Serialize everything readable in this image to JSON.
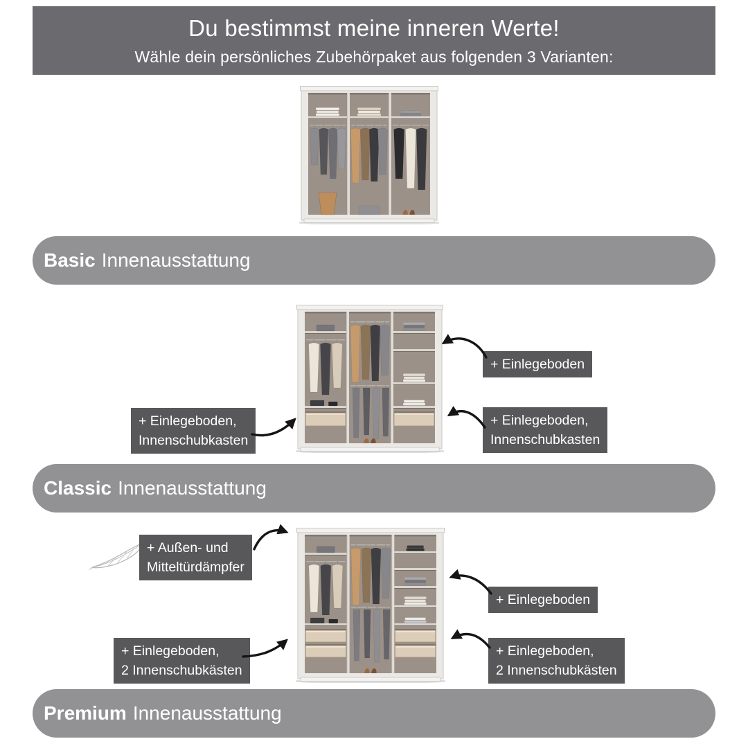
{
  "header": {
    "title": "Du bestimmst meine inneren Werte!",
    "subtitle": "Wähle dein persönliches Zubehörpaket aus folgenden 3 Varianten:"
  },
  "variants": [
    {
      "name": "Basic",
      "suffix": "Innenausstattung"
    },
    {
      "name": "Classic",
      "suffix": "Innenausstattung"
    },
    {
      "name": "Premium",
      "suffix": "Innenausstattung"
    }
  ],
  "callouts": {
    "classic_shelf_right": {
      "line1": "+ Einlegeboden"
    },
    "classic_drawer_left": {
      "line1": "+ Einlegeboden,",
      "line2": "Innenschubkasten"
    },
    "classic_drawer_right": {
      "line1": "+ Einlegeboden,",
      "line2": "Innenschubkasten"
    },
    "premium_damper": {
      "line1": "+ Außen- und",
      "line2": "Mitteltürdämpfer"
    },
    "premium_shelf_right": {
      "line1": "+ Einlegeboden"
    },
    "premium_drawers_left": {
      "line1": "+ Einlegeboden,",
      "line2": "2 Innenschubkästen"
    },
    "premium_drawers_right": {
      "line1": "+ Einlegeboden,",
      "line2": "2 Innenschubkästen"
    }
  },
  "icons": {
    "feather": "feather-outline"
  },
  "colors": {
    "header_bg": "#6b6b6f",
    "banner_bg": "#929294",
    "callout_bg": "#58585a",
    "text": "#ffffff",
    "arrow": "#151515"
  }
}
